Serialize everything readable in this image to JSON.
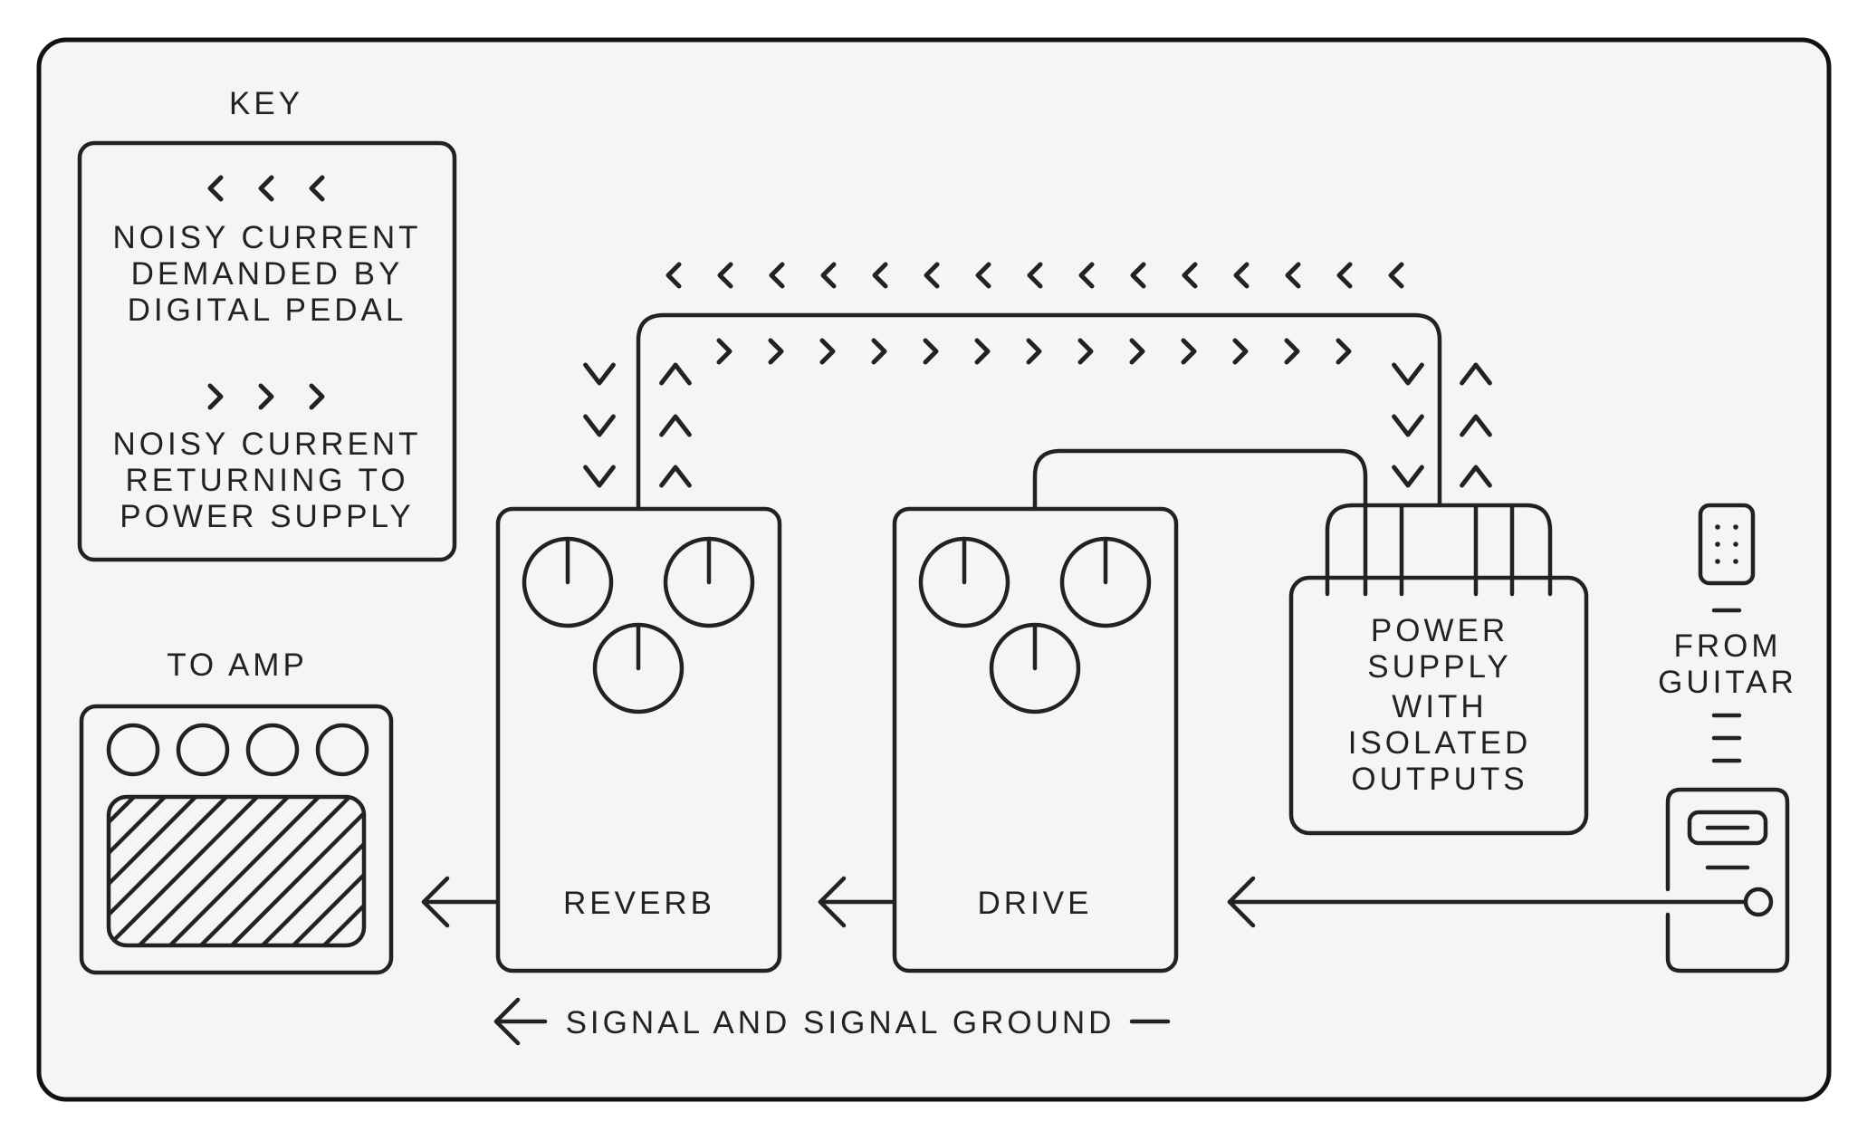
{
  "key": {
    "title": "KEY",
    "demanded_label": [
      "NOISY CURRENT",
      "DEMANDED BY",
      "DIGITAL PEDAL"
    ],
    "returning_label": [
      "NOISY CURRENT",
      "RETURNING TO",
      "POWER SUPPLY"
    ]
  },
  "amp": {
    "label": "TO AMP"
  },
  "pedals": {
    "reverb": {
      "label": "REVERB"
    },
    "drive": {
      "label": "DRIVE"
    }
  },
  "power_supply": {
    "label": [
      "POWER",
      "SUPPLY",
      "WITH",
      "ISOLATED",
      "OUTPUTS"
    ]
  },
  "guitar": {
    "label": [
      "FROM",
      "GUITAR"
    ]
  },
  "signal": {
    "label": "SIGNAL AND SIGNAL GROUND"
  },
  "colors": {
    "background": "#f5f5f5",
    "line": "#222222"
  },
  "icons": [
    "chevron-left-icon",
    "chevron-right-icon",
    "chevron-up-icon",
    "chevron-down-icon",
    "arrow-left-icon",
    "knob-icon",
    "jack-icon"
  ]
}
